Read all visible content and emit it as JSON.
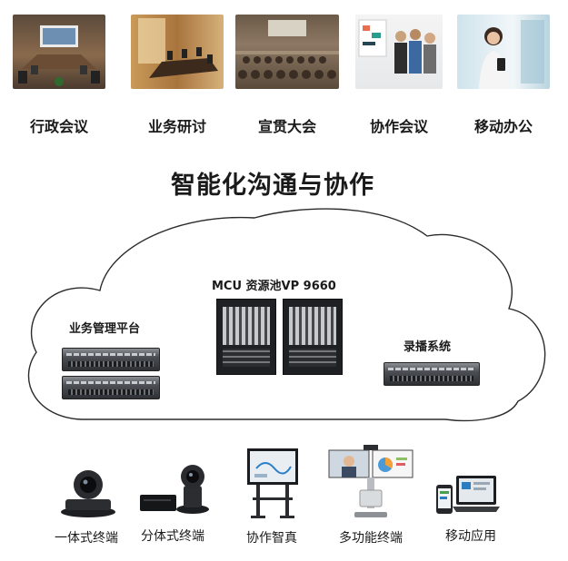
{
  "scenarios": [
    {
      "label": "行政会议"
    },
    {
      "label": "业务研讨"
    },
    {
      "label": "宣贯大会"
    },
    {
      "label": "协作会议"
    },
    {
      "label": "移动办公"
    }
  ],
  "title": "智能化沟通与协作",
  "cloud": {
    "mcu_label": "MCU 资源池VP 9660",
    "mgmt_label": "业务管理平台",
    "recording_label": "录播系统"
  },
  "terminals": [
    {
      "label": "一体式终端"
    },
    {
      "label": "分体式终端"
    },
    {
      "label": "协作智真"
    },
    {
      "label": "多功能终端"
    },
    {
      "label": "移动应用"
    }
  ]
}
